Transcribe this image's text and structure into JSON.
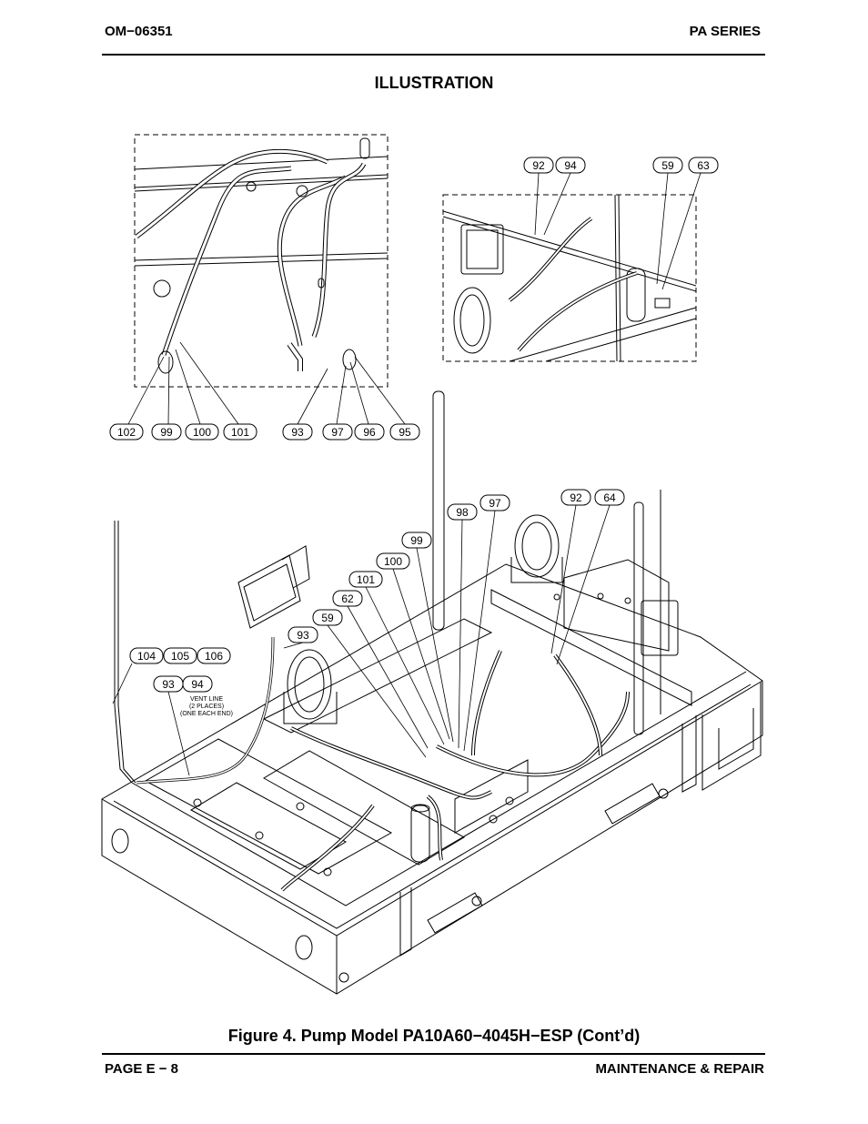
{
  "header": {
    "doc_number": "OM−06351",
    "series": "PA SERIES"
  },
  "section_title": "ILLUSTRATION",
  "callouts": {
    "c102": "102",
    "c99": "99",
    "c100": "100",
    "c101": "101",
    "c93": "93",
    "c97": "97",
    "c96": "96",
    "c95": "95",
    "c92": "92",
    "c94": "94",
    "c59": "59",
    "c63": "63",
    "c98": "98",
    "c64": "64",
    "c62": "62",
    "c104": "104",
    "c105": "105",
    "c106": "106"
  },
  "vent_note": {
    "line1": "VENT LINE",
    "line2": "(2 PLACES)",
    "line3": "(ONE EACH END)"
  },
  "caption": "Figure 4. Pump Model PA10A60−4045H−ESP (Cont’d)",
  "footer": {
    "page": "PAGE E − 8",
    "section": "MAINTENANCE & REPAIR"
  }
}
